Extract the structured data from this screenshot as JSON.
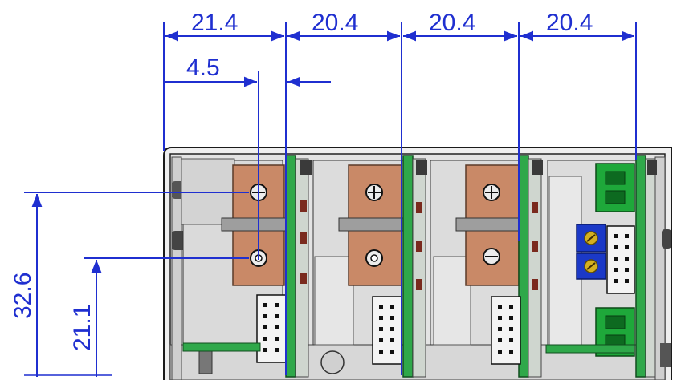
{
  "colors": {
    "dimension": "#1f2fd0",
    "enclosure_fill": "#e9e9e9",
    "enclosure_stroke": "#1a1a1a",
    "pcb_green": "#2fa84a",
    "terminal_copper": "#c98967",
    "terminal_copper_dark": "#8e5a3e",
    "connector_green": "#1ea83a",
    "pot_blue": "#1b39c7",
    "pot_brass": "#d4b020"
  },
  "icons": {
    "terminal-screw": "circle-cross",
    "potentiometer": "brass-circle-slot"
  },
  "dimensions": {
    "horizontal": [
      "21.4",
      "20.4",
      "20.4",
      "20.4"
    ],
    "offset": "4.5",
    "height_total": "32.6",
    "height_lower": "21.1"
  }
}
